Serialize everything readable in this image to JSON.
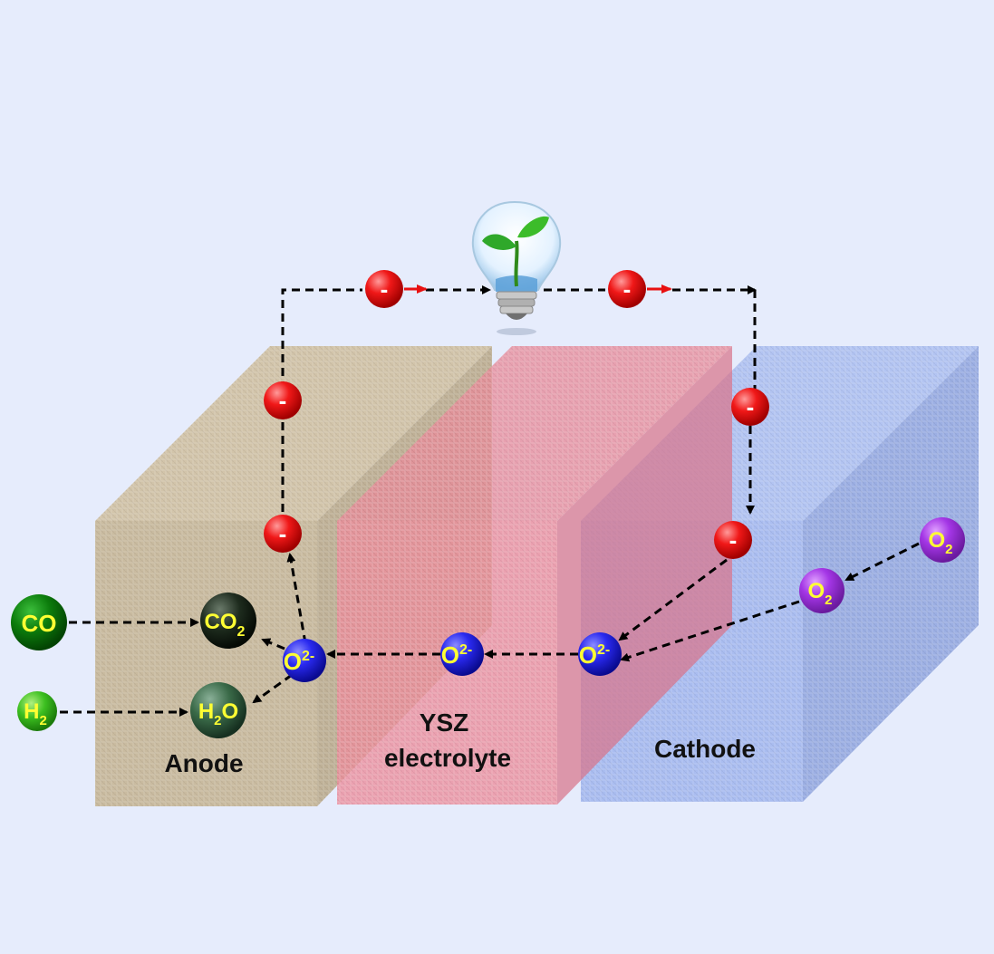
{
  "colors": {
    "background": "#e6ecfc",
    "anode": "#c7b79c",
    "electrolyte": "#e8929e",
    "cathode": "#9fb4e8",
    "electron": "#e81010",
    "oxide_ion": "#2020e0",
    "oxygen": "#a030e0",
    "co": "#0a7a0a",
    "co2": "#1c2a1c",
    "h2": "#3cbf20",
    "h2o": "#3a6a48",
    "label_text": "#ffff33"
  },
  "layers": {
    "anode": "Anode",
    "electrolyte_line1": "YSZ",
    "electrolyte_line2": "electrolyte",
    "cathode": "Cathode"
  },
  "species": {
    "co": "CO",
    "co2_main": "CO",
    "co2_sub": "2",
    "h2_main": "H",
    "h2_sub": "2",
    "h2o_h": "H",
    "h2o_sub": "2",
    "h2o_o": "O",
    "oxide_main": "O",
    "oxide_sup": "2-",
    "o2_main": "O",
    "o2_sub": "2",
    "electron": "-"
  },
  "icons": {
    "load": "lightbulb-with-sprout-icon"
  }
}
